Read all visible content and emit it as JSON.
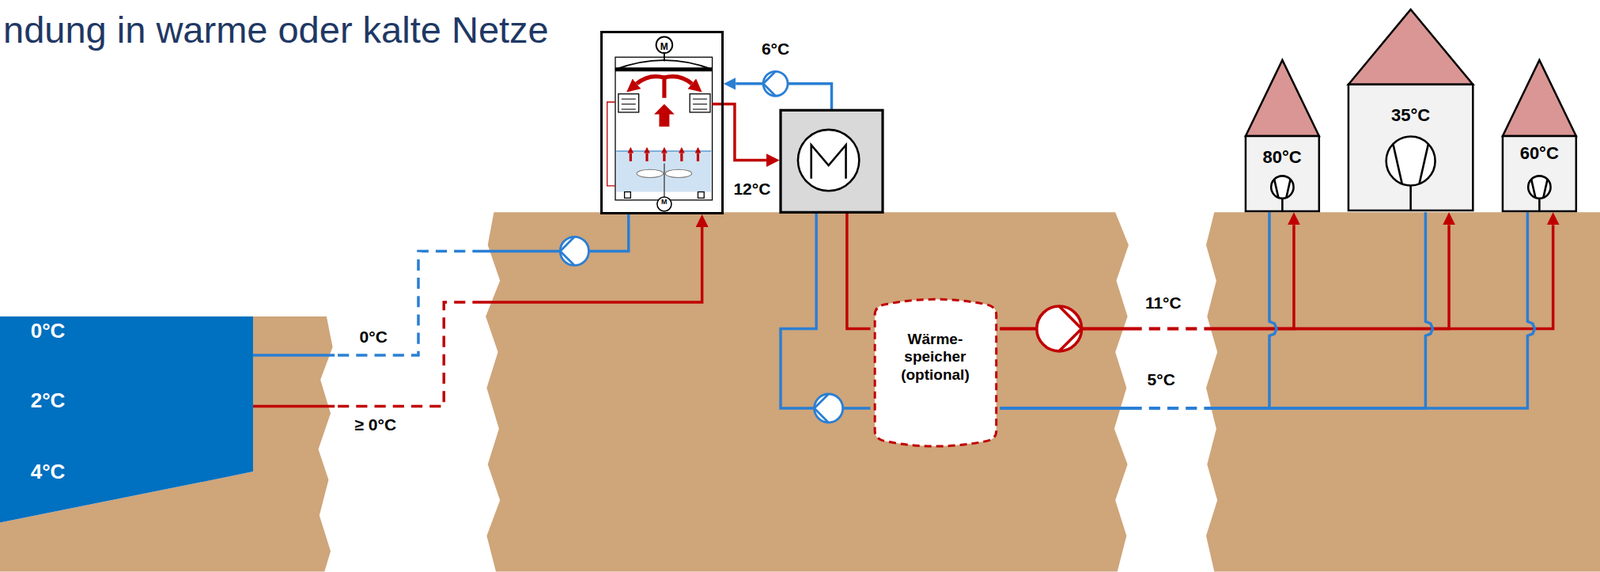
{
  "diagram": {
    "title": "ndung in warme oder kalte Netze",
    "nodes": [
      {
        "text": [
          "0°C",
          "2°C",
          "4°C"
        ]
      },
      {
        "text": [
          "M",
          "M"
        ]
      },
      {
        "text": [
          "Wärme- speicher (optional)"
        ]
      },
      {
        "text": [
          "80°C"
        ]
      },
      {
        "text": [
          "35°C"
        ]
      },
      {
        "text": [
          "60°C"
        ]
      }
    ],
    "edges": [
      {
        "from": 0,
        "to": 1,
        "arrow": "to",
        "label": "≥ 0°C"
      },
      {
        "from": 1,
        "to": 0,
        "arrow": "none",
        "label": "0°C"
      },
      {
        "from": 2,
        "to": 3,
        "arrow": "to",
        "label": "11°C"
      },
      {
        "from": 2,
        "to": 4,
        "arrow": "to"
      },
      {
        "from": 2,
        "to": 5,
        "arrow": "to"
      },
      {
        "from": 2,
        "to": 3,
        "arrow": "none",
        "label": "5°C"
      },
      {
        "from": 2,
        "to": 4,
        "arrow": "none"
      },
      {
        "from": 2,
        "to": 5,
        "arrow": "none"
      }
    ],
    "labels": [
      "6°C",
      "12°C"
    ]
  }
}
